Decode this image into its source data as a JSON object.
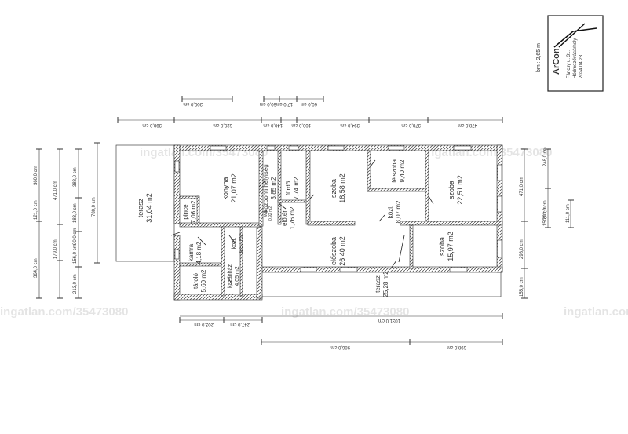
{
  "height_note": "bm.: 2,65 m",
  "stamp": {
    "logo": "ArCon",
    "address_line1": "Fáncsy u. 31.",
    "address_line2": "Hódmezővásárhely",
    "date": "2024.04.23"
  },
  "watermark": "ingatlan.com/35473080",
  "rooms": {
    "terasz_big": {
      "name": "terasz",
      "area": "31,04 m2"
    },
    "konyha": {
      "name": "konyha",
      "area": "21,07 m2"
    },
    "pince": {
      "name": "pince",
      "area": "7,06 m2"
    },
    "kozp_helyiseg": {
      "name": "központi helyiség",
      "area": "3,85 m2"
    },
    "furdo": {
      "name": "fürdő",
      "area": "7,74 m2"
    },
    "eloter": {
      "name": "előtér",
      "area": "1,76 m2"
    },
    "wc": {
      "name": "WC",
      "area": "0,92 m2"
    },
    "szoba_1": {
      "name": "szoba",
      "area": "18,58 m2"
    },
    "felszoba": {
      "name": "félszoba",
      "area": "9,40 m2"
    },
    "szoba_2": {
      "name": "szoba",
      "area": "22,51 m2"
    },
    "kozl_1": {
      "name": "közl.",
      "area": "8,07 m2"
    },
    "kozl_2": {
      "name": "közl.",
      "area": "6,97 m2"
    },
    "kamra": {
      "name": "kamra",
      "area": "4,18 m2"
    },
    "tarolo": {
      "name": "tároló",
      "area": "5,60 m2"
    },
    "kazanhaz": {
      "name": "kazánház",
      "area": "4,05 m2"
    },
    "eloszoba": {
      "name": "előszoba",
      "area": "26,40 m2"
    },
    "szoba_3": {
      "name": "szoba",
      "area": "15,97 m2"
    },
    "terasz_small": {
      "name": "terasz",
      "area": "25,28 m2"
    }
  },
  "dims_top": {
    "row1_a": "200,0 cm",
    "row1_b": "60,0 cm",
    "row1_c": "17,0 cm",
    "row1_d": "60,0 cm",
    "row2_a": "398,0 cm",
    "row2_b": "620,0 cm",
    "row2_c": "140,0 cm",
    "row2_d": "100,0 cm",
    "row2_e": "394,0 cm",
    "row2_f": "378,0 cm",
    "row2_g": "478,0 cm"
  },
  "dims_left": {
    "a": "360,0 cm",
    "b": "471,0 cm",
    "c": "388,0 cm",
    "d": "780,0 cm",
    "e": "121,0 cm",
    "f": "183,0 cm",
    "g": "364,0 cm",
    "h": "179,0 cm",
    "i": "90,0 cm",
    "j": "156,0 cm",
    "k": "213,0 cm"
  },
  "dims_right": {
    "a": "248,0 cm",
    "b": "471,0 cm",
    "c": "213,0 cm",
    "d": "150,0 cm",
    "e": "111,0 cm",
    "f": "298,0 cm",
    "g": "155,0 cm"
  },
  "dims_bottom": {
    "row1_a": "203,0 cm",
    "row1_b": "247,0 cm",
    "row2": "1031,0 cm",
    "row3_a": "986,0 cm",
    "row3_b": "698,0 cm"
  }
}
